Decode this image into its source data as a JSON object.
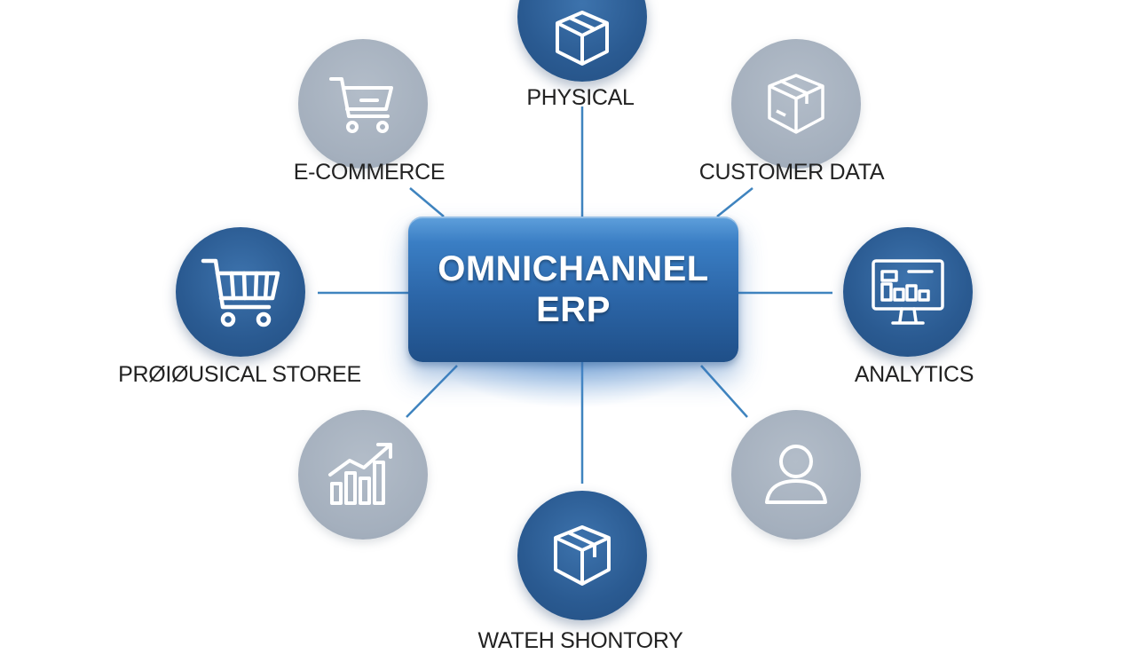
{
  "hub": {
    "line1": "OMNICHANNEL",
    "line2": "ERP"
  },
  "colors": {
    "accent_blue": "#2a5a91",
    "neutral_gray": "#a4afbd",
    "connector": "#3f84bf",
    "hub_blue": "#2c66a8"
  },
  "nodes": [
    {
      "id": "top",
      "icon": "box-icon",
      "style": "blue",
      "label": "PHYSICAL"
    },
    {
      "id": "upper-left",
      "icon": "shopping-cart-icon",
      "style": "gray",
      "label": "E-COMMERCE"
    },
    {
      "id": "upper-right",
      "icon": "package-icon",
      "style": "gray",
      "label": "CUSTOMER DATA"
    },
    {
      "id": "left",
      "icon": "shopping-cart-icon",
      "style": "blue",
      "label": "PRØIØUSICAL STOREE"
    },
    {
      "id": "right",
      "icon": "monitor-chart-icon",
      "style": "blue",
      "label": "ANALYTICS"
    },
    {
      "id": "lower-left",
      "icon": "bar-chart-trend-icon",
      "style": "gray",
      "label": ""
    },
    {
      "id": "lower-right",
      "icon": "user-icon",
      "style": "gray",
      "label": ""
    },
    {
      "id": "bottom",
      "icon": "box-icon",
      "style": "blue",
      "label": "WATEH SHONTORY"
    }
  ]
}
